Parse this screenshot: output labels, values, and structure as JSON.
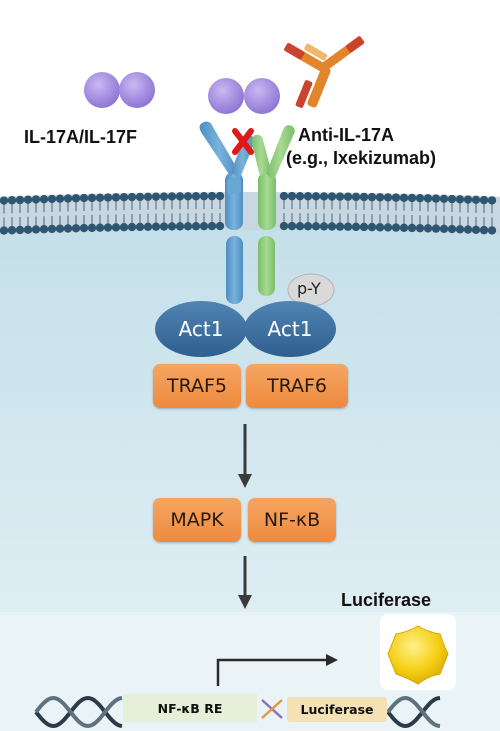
{
  "ligand_label": "IL-17A/IL-17F",
  "antibody_label_line1": "Anti-IL-17A",
  "antibody_label_line2": "(e.g., Ixekizumab)",
  "phospho_label": "p-Y",
  "adaptors": [
    "Act1",
    "Act1"
  ],
  "traf_boxes": [
    "TRAF5",
    "TRAF6"
  ],
  "kinase_boxes": [
    "MAPK",
    "NF-κB"
  ],
  "reporter_label": "Luciferase",
  "response_element": "NF-κB RE",
  "gene_label": "Luciferase",
  "colors": {
    "ligand": "#a58fe0",
    "receptor_blue": "#5b9ccd",
    "receptor_green": "#8cc87a",
    "act1": "#3d6f9f",
    "traf_orange": "#f0934a",
    "antibody_orange": "#e2852a",
    "antibody_red": "#c9442d",
    "block_x": "#e01818",
    "luciferase": "#f4cc16",
    "cytoplasm": "#d3e8ef"
  },
  "icons": [
    "ligand-dimer",
    "antibody",
    "block-x",
    "luciferase-enzyme",
    "dna-helix"
  ]
}
